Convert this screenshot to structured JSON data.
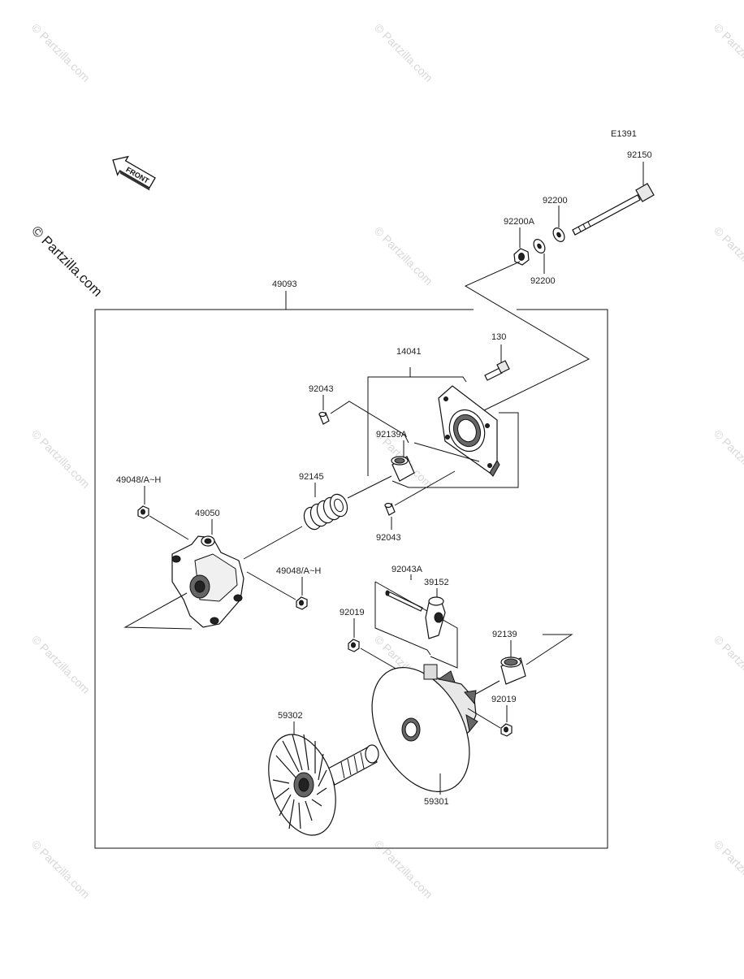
{
  "diagram_code": "E1391",
  "front_arrow": {
    "text": "FRONT",
    "icon": "front-arrow-icon"
  },
  "watermark": {
    "text": "© Partzilla.com"
  },
  "labels": {
    "p92150": "92150",
    "p92200_top": "92200",
    "p92200A": "92200A",
    "p92200_bottom": "92200",
    "p49093": "49093",
    "p130": "130",
    "p14041": "14041",
    "p92043_top": "92043",
    "p92139A": "92139A",
    "p92145": "92145",
    "p49048_left": "49048/A~H",
    "p49050": "49050",
    "p92043_bottom": "92043",
    "p49048_right": "49048/A~H",
    "p92043A": "92043A",
    "p39152": "39152",
    "p92019_left": "92019",
    "p92139": "92139",
    "p92019_right": "92019",
    "p59302": "59302",
    "p59301": "59301"
  }
}
